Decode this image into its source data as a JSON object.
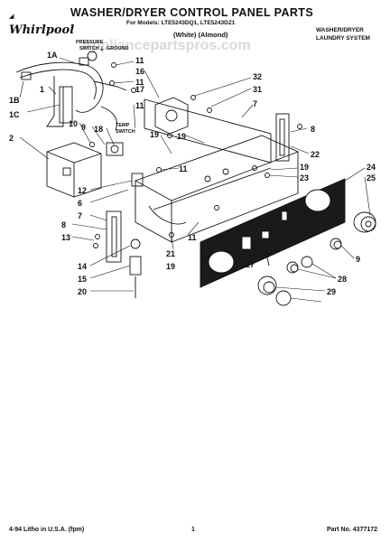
{
  "header": {
    "title": "WASHER/DRYER CONTROL PANEL PARTS",
    "models": "For Models: LTE5243DQ1, LTE5243DZ1",
    "colors": "(White)      (Almond)",
    "brand": "Whirlpool",
    "system_line1": "WASHER/DRYER",
    "system_line2": "LAUNDRY SYSTEM"
  },
  "watermark": "Appliancepartspros.com",
  "diagram": {
    "small_labels": {
      "pressure_switch": [
        "PRESSURE",
        "SWITCH"
      ],
      "ground": "GROUND",
      "temp_switch": [
        "TEMP",
        "SWITCH"
      ]
    },
    "callouts": [
      "1A",
      "1",
      "1B",
      "1C",
      "2",
      "11",
      "16",
      "11",
      "17",
      "11",
      "10",
      "9",
      "18",
      "19",
      "19",
      "11",
      "12",
      "6",
      "7",
      "8",
      "13",
      "14",
      "15",
      "20",
      "21",
      "19",
      "11",
      "32",
      "31",
      "7",
      "8",
      "22",
      "19",
      "23",
      "24",
      "25",
      "9",
      "27",
      "28",
      "29"
    ]
  },
  "footer": {
    "litho": "4-94 Litho in U.S.A. (fpm)",
    "page": "1",
    "part_no": "Part No. 4377172"
  }
}
